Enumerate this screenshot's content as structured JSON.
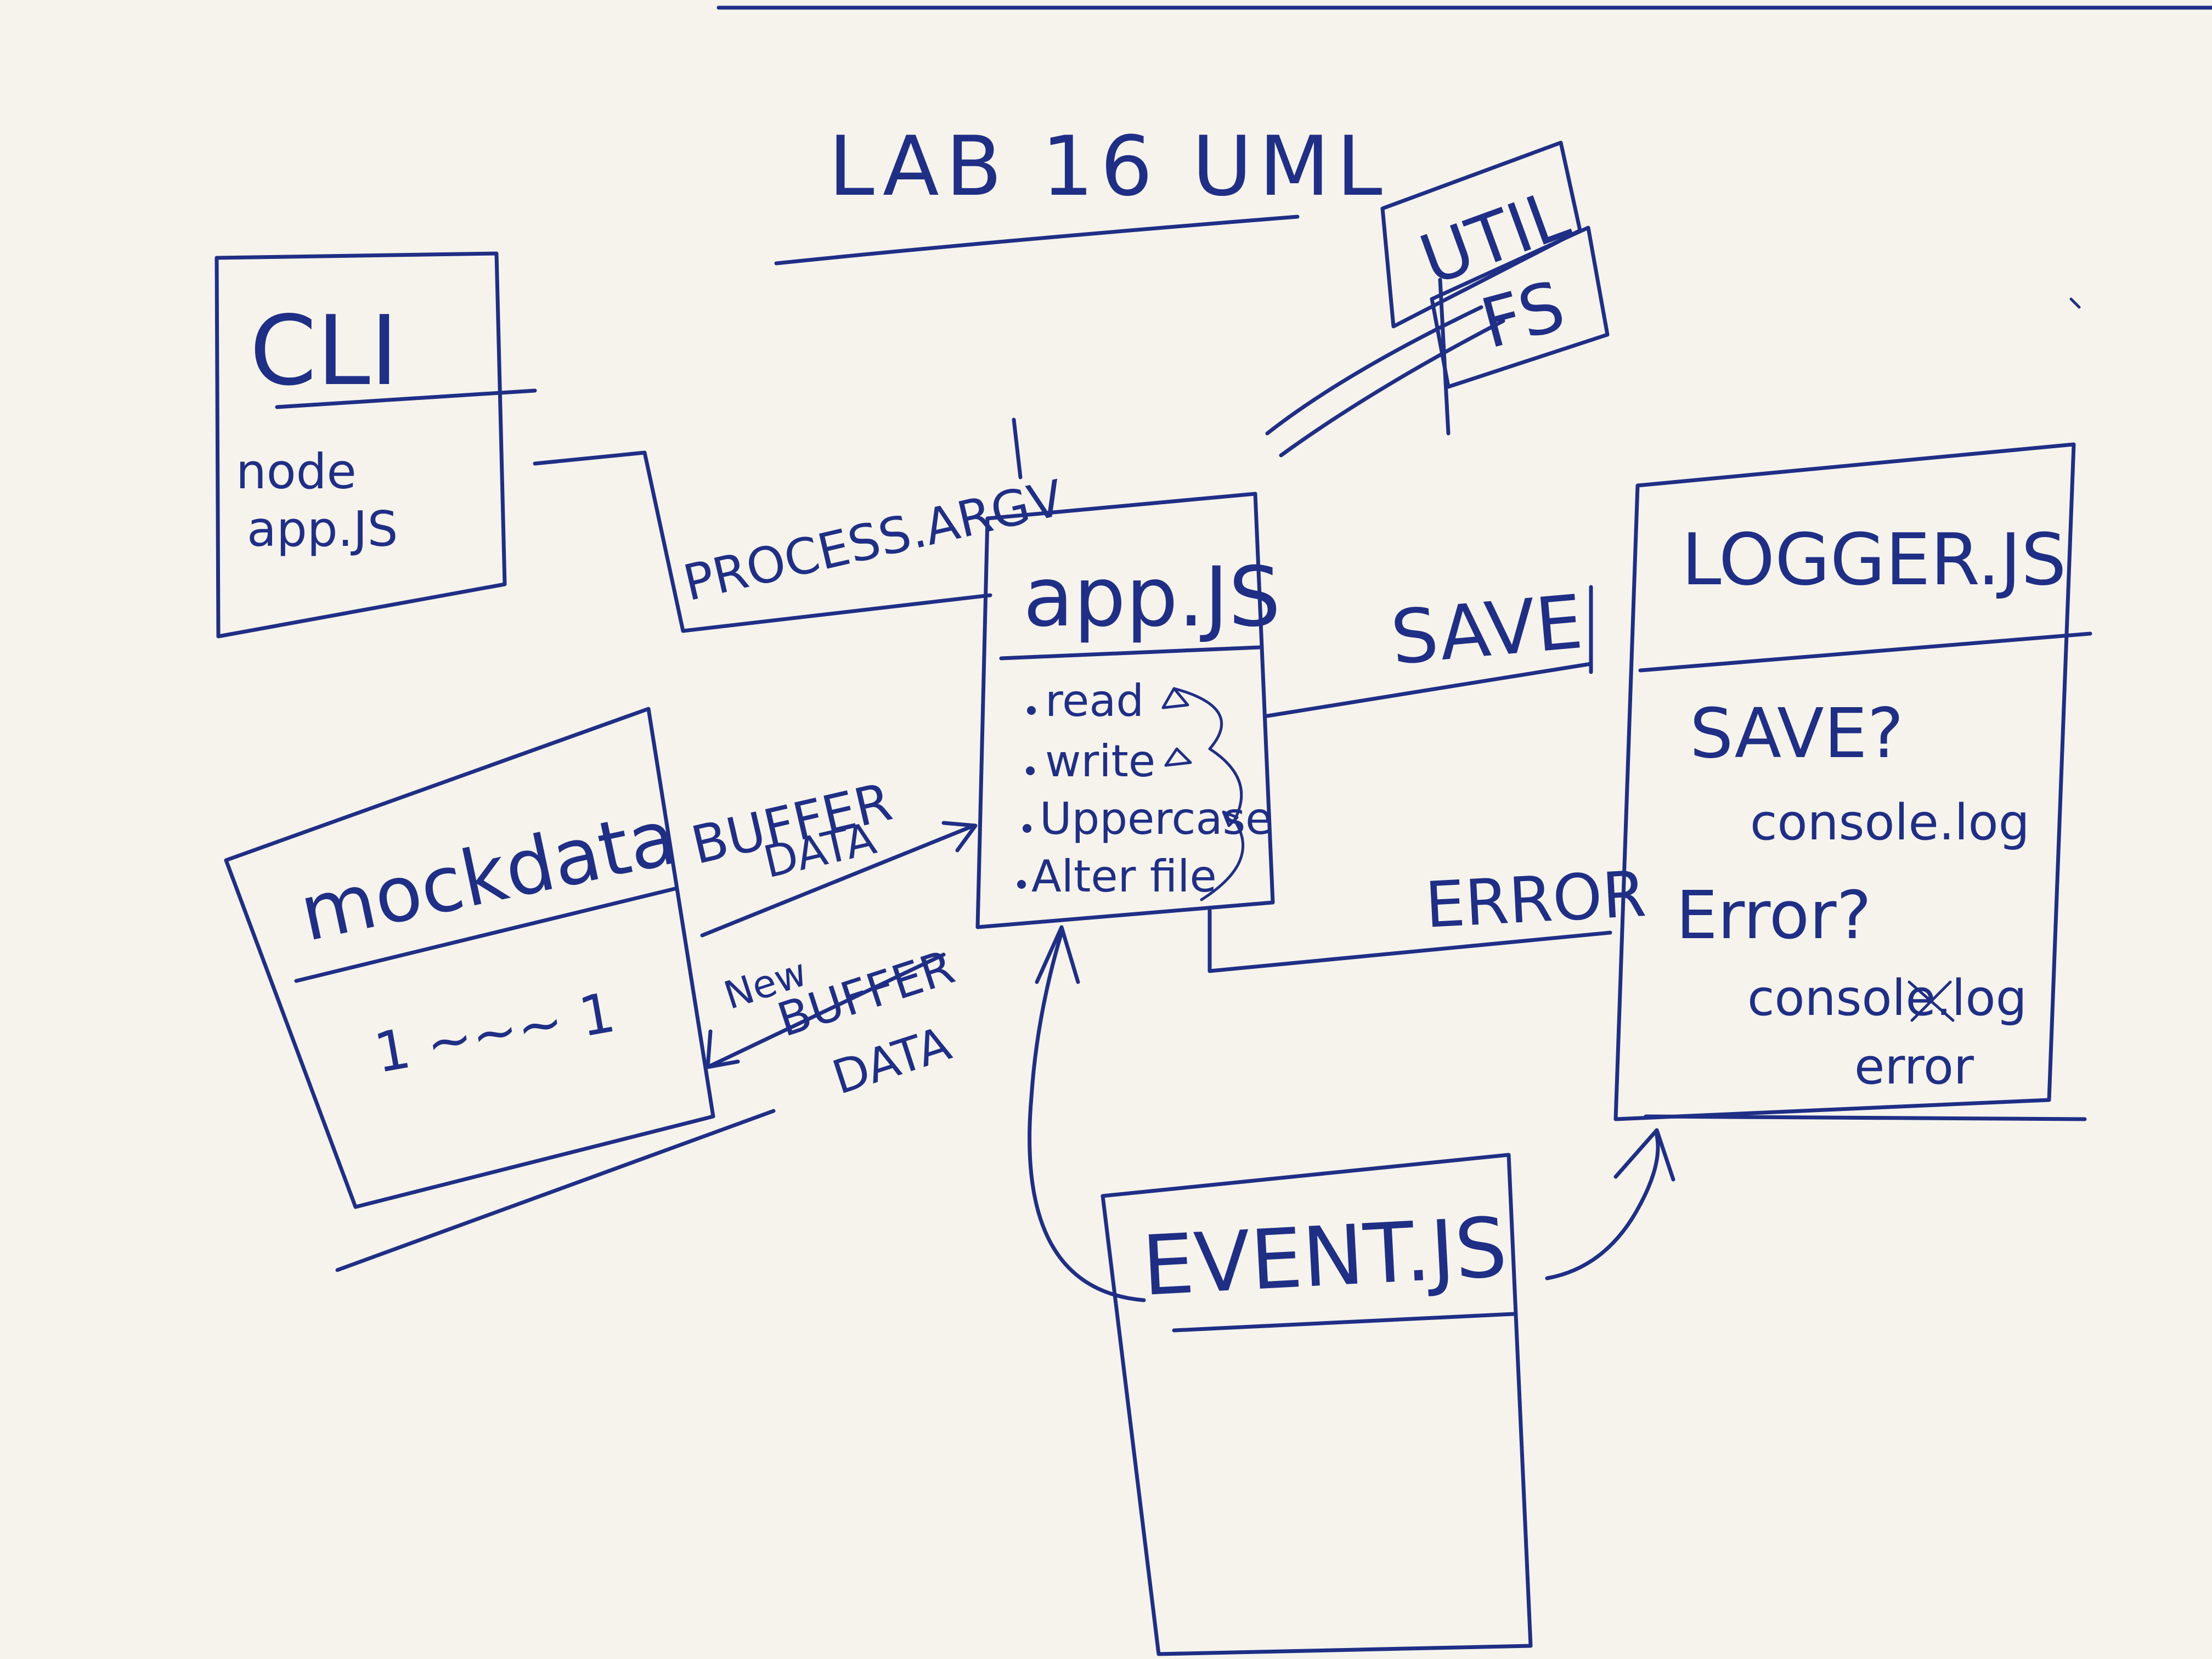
{
  "title": "LAB 16 UML",
  "boxes": {
    "cli": {
      "name": "CLI",
      "body": [
        "node",
        "app.JS"
      ]
    },
    "app": {
      "name": "app.JS",
      "methods": [
        "read",
        "write",
        "Uppercase",
        "Alter file"
      ]
    },
    "mockdata": {
      "name": "mockdata",
      "body": "1 ~~~ 1"
    },
    "logger": {
      "name": "LOGGER.JS",
      "body": [
        "SAVE?",
        "console.log",
        "Error?",
        "console.log",
        "error"
      ]
    },
    "event": {
      "name": "EVENT.JS"
    },
    "util": {
      "name": "UTIL"
    },
    "fs": {
      "name": "FS"
    }
  },
  "labels": {
    "process_argv": "PROCESS.ARGV",
    "buffer_data": [
      "BUFFER",
      "DATA"
    ],
    "new_buffer_data": [
      "New",
      "BUFFER",
      "DATA"
    ],
    "save": "SAVE",
    "error": "ERROR"
  },
  "colors": {
    "paper": "#f6f3ed",
    "ink": "#1f2f86"
  }
}
